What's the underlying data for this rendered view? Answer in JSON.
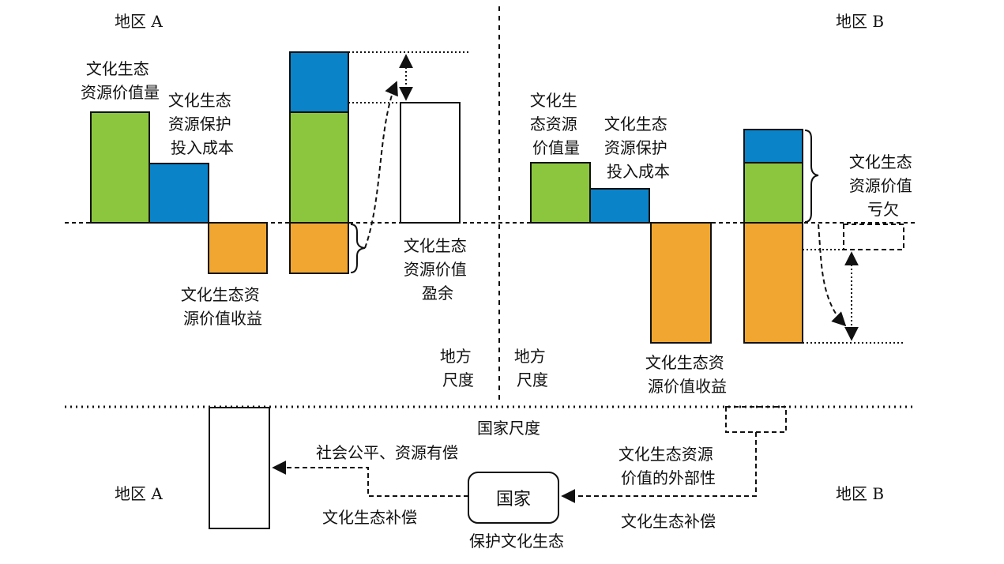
{
  "colors": {
    "green": "#8cc63f",
    "blue": "#0a83c9",
    "orange": "#f0a630",
    "line": "#111111",
    "white": "#ffffff"
  },
  "local": {
    "region_a_label": "地区 A",
    "region_b_label": "地区 B",
    "scale_left": [
      "地方",
      "尺度"
    ],
    "scale_right": [
      "地方",
      "尺度"
    ],
    "a": {
      "value_label": [
        "文化生态",
        "资源价值量"
      ],
      "cost_label": [
        "文化生态",
        "资源保护",
        "投入成本"
      ],
      "income_label": [
        "文化生态资",
        "源价值收益"
      ],
      "surplus_label": [
        "文化生态",
        "资源价值",
        "盈余"
      ]
    },
    "b": {
      "value_label": [
        "文化生",
        "态资源",
        "价值量"
      ],
      "cost_label": [
        "文化生态",
        "资源保护",
        "投入成本"
      ],
      "income_label": [
        "文化生态资",
        "源价值收益"
      ],
      "deficit_label": [
        "文化生态",
        "资源价值",
        "亏欠"
      ]
    }
  },
  "national": {
    "scale_label": "国家尺度",
    "region_a_label": "地区 A",
    "region_b_label": "地区 B",
    "state_label": "国家",
    "state_caption": "保护文化生态",
    "equity_label": "社会公平、资源有偿",
    "compensation_left": "文化生态补偿",
    "externality_label": [
      "文化生态资源",
      "价值的外部性"
    ],
    "compensation_right": "文化生态补偿"
  }
}
